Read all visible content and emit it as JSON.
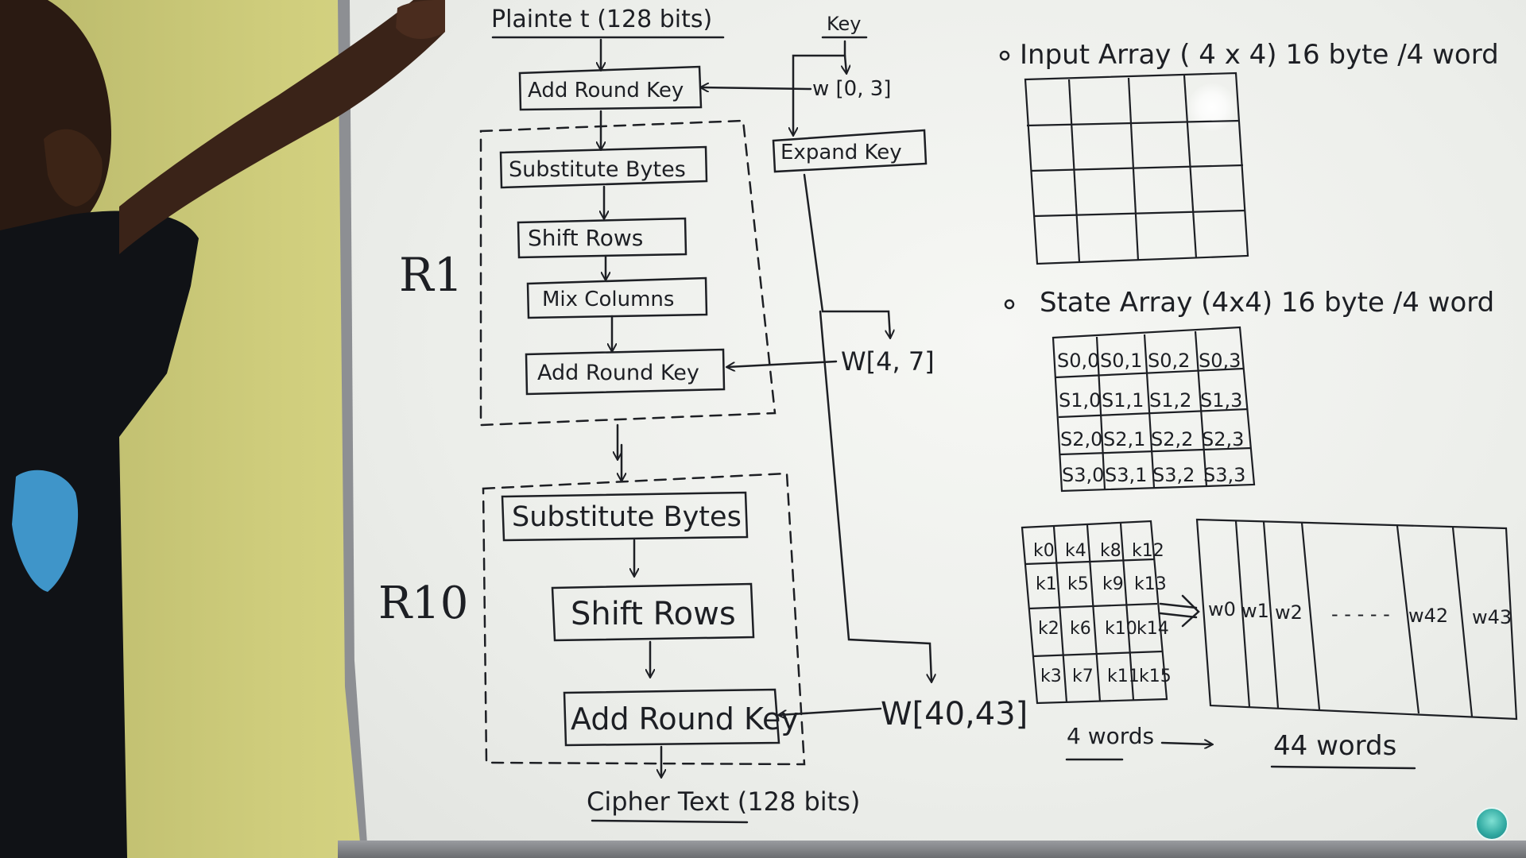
{
  "scene": {
    "caption": "AES encryption flow drawn on a whiteboard, explained by an instructor"
  },
  "flow": {
    "plaintext": "Plainte t (128 bits)",
    "key": "Key",
    "add_round_key_0": "Add Round Key",
    "r1_label": "R1",
    "r1_substitute": "Substitute Bytes",
    "r1_shift": "Shift Rows",
    "r1_mix": "Mix Columns",
    "r1_add_round_key": "Add Round Key",
    "r10_label": "R10",
    "r10_substitute": "Substitute Bytes",
    "r10_shift": "Shift Rows",
    "r10_add_round_key": "Add Round Key",
    "ciphertext": "Cipher Text (128 bits)",
    "expand_key": "Expand Key",
    "w_0_3": "w [0, 3]",
    "w_4_7": "W[4, 7]",
    "w_40_43": "W[40,43]"
  },
  "right_panel": {
    "input_array": "Input Array ( 4 x 4) 16 byte /4 word",
    "state_array": "State Array (4x4) 16 byte /4 word",
    "state_cells": [
      [
        "S0,0",
        "S0,1",
        "S0,2",
        "S0,3"
      ],
      [
        "S1,0",
        "S1,1",
        "S1,2",
        "S1,3"
      ],
      [
        "S2,0",
        "S2,1",
        "S2,2",
        "S2,3"
      ],
      [
        "S3,0",
        "S3,1",
        "S3,2",
        "S3,3"
      ]
    ],
    "key_cells": [
      [
        "k0",
        "k4",
        "k8",
        "k12"
      ],
      [
        "k1",
        "k5",
        "k9",
        "k13"
      ],
      [
        "k2",
        "k6",
        "k10",
        "k14"
      ],
      [
        "k3",
        "k7",
        "k11",
        "k15"
      ]
    ],
    "words": [
      "w0",
      "w1",
      "w2",
      "- - - - -",
      "w42",
      "w43"
    ],
    "four_words": "4 words",
    "forty_four_words": "44 words"
  },
  "colors": {
    "ink": "#1d1f24",
    "board": "#eef0ec",
    "wall": "#cfcd7c",
    "shirt": "#101216"
  }
}
